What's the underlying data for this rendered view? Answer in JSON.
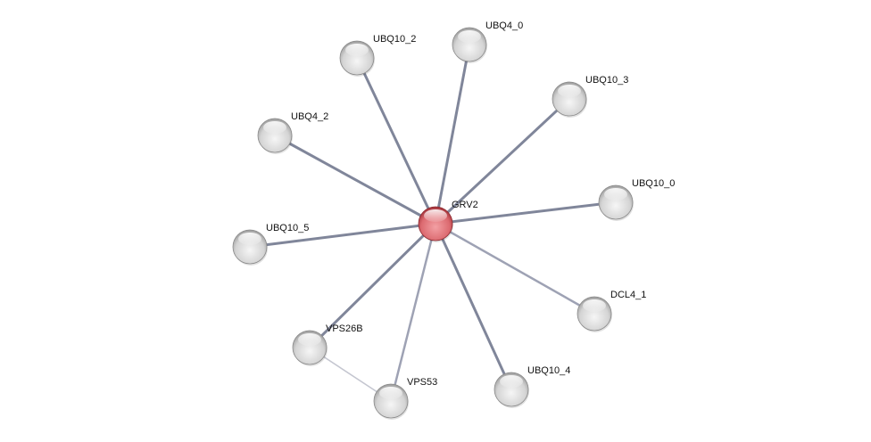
{
  "network": {
    "colors": {
      "query_node": "#e06b72",
      "node": "#d8d8d8",
      "edge_strong": "#80869a",
      "edge_medium": "#9ea2b4",
      "edge_weak": "#c4c6d0"
    },
    "nodes": [
      {
        "id": "GRV2",
        "label": "GRV2",
        "query": true
      },
      {
        "id": "UBQ10_2",
        "label": "UBQ10_2"
      },
      {
        "id": "UBQ4_0",
        "label": "UBQ4_0"
      },
      {
        "id": "UBQ10_3",
        "label": "UBQ10_3"
      },
      {
        "id": "UBQ4_2",
        "label": "UBQ4_2"
      },
      {
        "id": "UBQ10_0",
        "label": "UBQ10_0"
      },
      {
        "id": "UBQ10_5",
        "label": "UBQ10_5"
      },
      {
        "id": "DCL4_1",
        "label": "DCL4_1"
      },
      {
        "id": "VPS26B",
        "label": "VPS26B"
      },
      {
        "id": "UBQ10_4",
        "label": "UBQ10_4"
      },
      {
        "id": "VPS53",
        "label": "VPS53"
      }
    ],
    "edges": [
      {
        "source": "GRV2",
        "target": "UBQ10_2",
        "strength": "strong"
      },
      {
        "source": "GRV2",
        "target": "UBQ4_0",
        "strength": "strong"
      },
      {
        "source": "GRV2",
        "target": "UBQ10_3",
        "strength": "strong"
      },
      {
        "source": "GRV2",
        "target": "UBQ4_2",
        "strength": "strong"
      },
      {
        "source": "GRV2",
        "target": "UBQ10_0",
        "strength": "strong"
      },
      {
        "source": "GRV2",
        "target": "UBQ10_5",
        "strength": "strong"
      },
      {
        "source": "GRV2",
        "target": "DCL4_1",
        "strength": "medium"
      },
      {
        "source": "GRV2",
        "target": "VPS26B",
        "strength": "strong"
      },
      {
        "source": "GRV2",
        "target": "UBQ10_4",
        "strength": "strong"
      },
      {
        "source": "GRV2",
        "target": "VPS53",
        "strength": "medium"
      },
      {
        "source": "VPS26B",
        "target": "VPS53",
        "strength": "weak"
      }
    ]
  }
}
